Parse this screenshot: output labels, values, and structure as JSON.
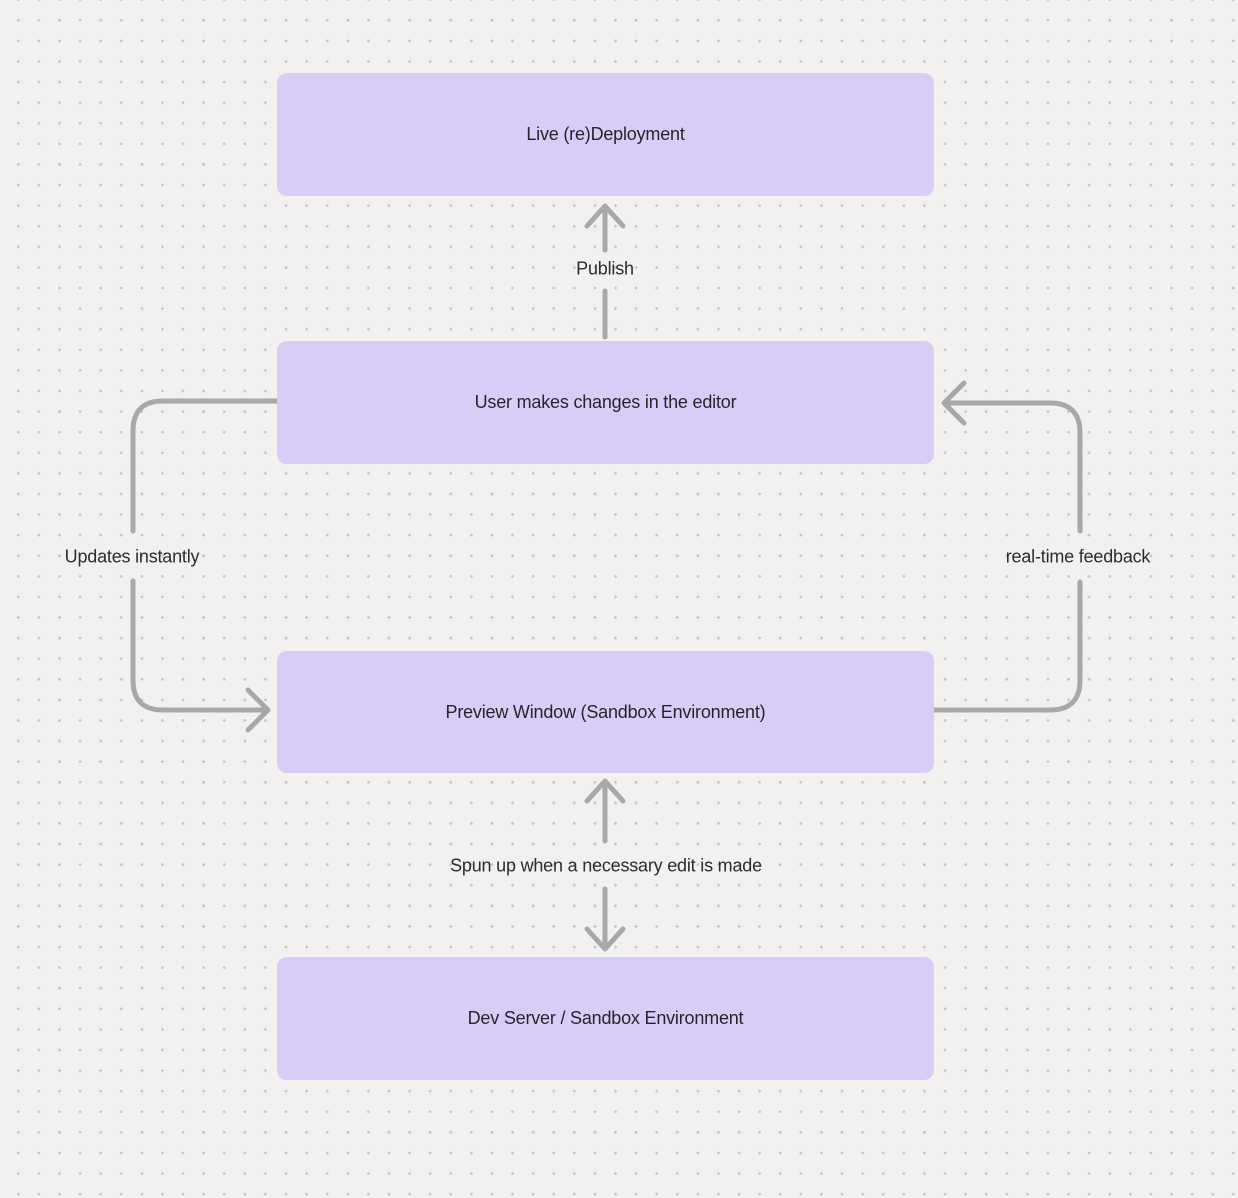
{
  "diagram": {
    "nodes": [
      {
        "id": "live-deployment",
        "label": "Live (re)Deployment"
      },
      {
        "id": "editor",
        "label": "User makes changes in the editor"
      },
      {
        "id": "preview",
        "label": "Preview Window (Sandbox Environment)"
      },
      {
        "id": "dev-server",
        "label": "Dev Server / Sandbox Environment"
      }
    ],
    "edges": [
      {
        "id": "publish",
        "label": "Publish",
        "from": "editor",
        "to": "live-deployment",
        "direction": "up"
      },
      {
        "id": "updates-instantly",
        "label": "Updates instantly",
        "from": "editor",
        "to": "preview",
        "direction": "left-loop-down"
      },
      {
        "id": "realtime-feedback",
        "label": "real-time feedback",
        "from": "preview",
        "to": "editor",
        "direction": "right-loop-up"
      },
      {
        "id": "spun-up",
        "label": "Spun up when a necessary edit is made",
        "from": "dev-server",
        "to": "preview",
        "direction": "bidirectional-vertical"
      }
    ],
    "colors": {
      "background": "#f2f1ef",
      "dot": "#c8c6c4",
      "node_fill": "#d7cdf6",
      "node_text": "#26262a",
      "label_text": "#2c2c31",
      "edge_stroke": "#a8a8a8"
    }
  }
}
